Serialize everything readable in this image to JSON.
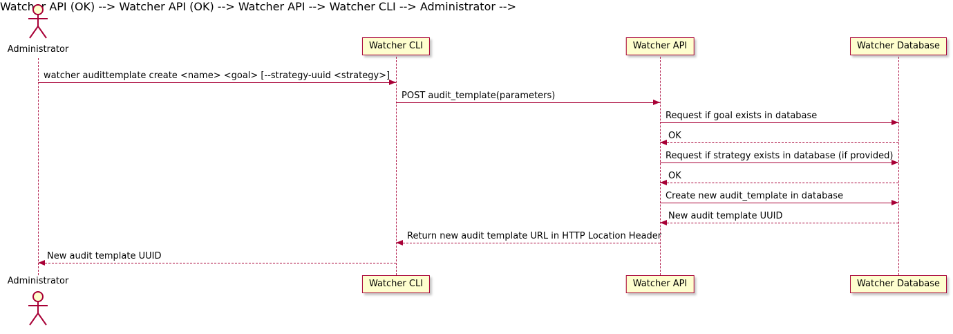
{
  "diagram": {
    "type": "sequence",
    "actor": {
      "name": "Administrator"
    },
    "participants": [
      {
        "name": "Watcher CLI"
      },
      {
        "name": "Watcher API"
      },
      {
        "name": "Watcher Database"
      }
    ],
    "messages": [
      {
        "from": "Administrator",
        "to": "Watcher CLI",
        "text": "watcher audittemplate create <name> <goal> [--strategy-uuid <strategy>]",
        "style": "solid"
      },
      {
        "from": "Watcher CLI",
        "to": "Watcher API",
        "text": "POST audit_template(parameters)",
        "style": "solid"
      },
      {
        "from": "Watcher API",
        "to": "Watcher Database",
        "text": "Request if goal exists in database",
        "style": "solid"
      },
      {
        "from": "Watcher Database",
        "to": "Watcher API",
        "text": "OK",
        "style": "dashed"
      },
      {
        "from": "Watcher API",
        "to": "Watcher Database",
        "text": "Request if strategy exists in database (if provided)",
        "style": "solid"
      },
      {
        "from": "Watcher Database",
        "to": "Watcher API",
        "text": "OK",
        "style": "dashed"
      },
      {
        "from": "Watcher API",
        "to": "Watcher Database",
        "text": "Create new audit_template in database",
        "style": "solid"
      },
      {
        "from": "Watcher Database",
        "to": "Watcher API",
        "text": "New audit template UUID",
        "style": "dashed"
      },
      {
        "from": "Watcher API",
        "to": "Watcher CLI",
        "text": "Return new audit template URL in HTTP Location Header",
        "style": "dashed"
      },
      {
        "from": "Watcher CLI",
        "to": "Administrator",
        "text": "New audit template UUID",
        "style": "dashed"
      }
    ],
    "colors": {
      "accent": "#A80036",
      "box_fill": "#FEFECE",
      "background": "#FFFFFF",
      "text": "#000000"
    }
  }
}
